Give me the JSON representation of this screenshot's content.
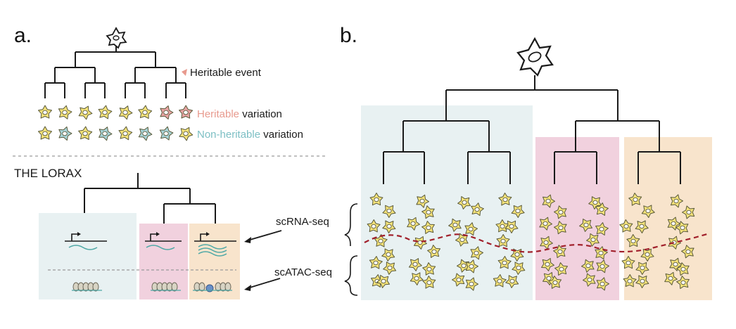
{
  "panel_a": {
    "label": "a.",
    "heritable_event": "Heritable event",
    "heritable_word": "Heritable",
    "non_heritable_word": "Non-heritable",
    "variation_word": " variation",
    "lorax_title": "THE LORAX",
    "scrna_label": "scRNA-seq",
    "scatac_label": "scATAC-seq"
  },
  "panel_b": {
    "label": "b."
  },
  "colors": {
    "blue_clade": "#e8f1f2",
    "pink_clade": "#f1d1de",
    "orange_clade": "#f8e4cc",
    "cell_yellow": "#f4e27a",
    "cell_blue": "#a7d3d7",
    "cell_pink": "#e8a3a3",
    "heritable_text": "#e89a8e",
    "non_heritable_text": "#7cbfc4",
    "dashed_divider": "#a1202b",
    "transcript": "#4ea8a6"
  }
}
